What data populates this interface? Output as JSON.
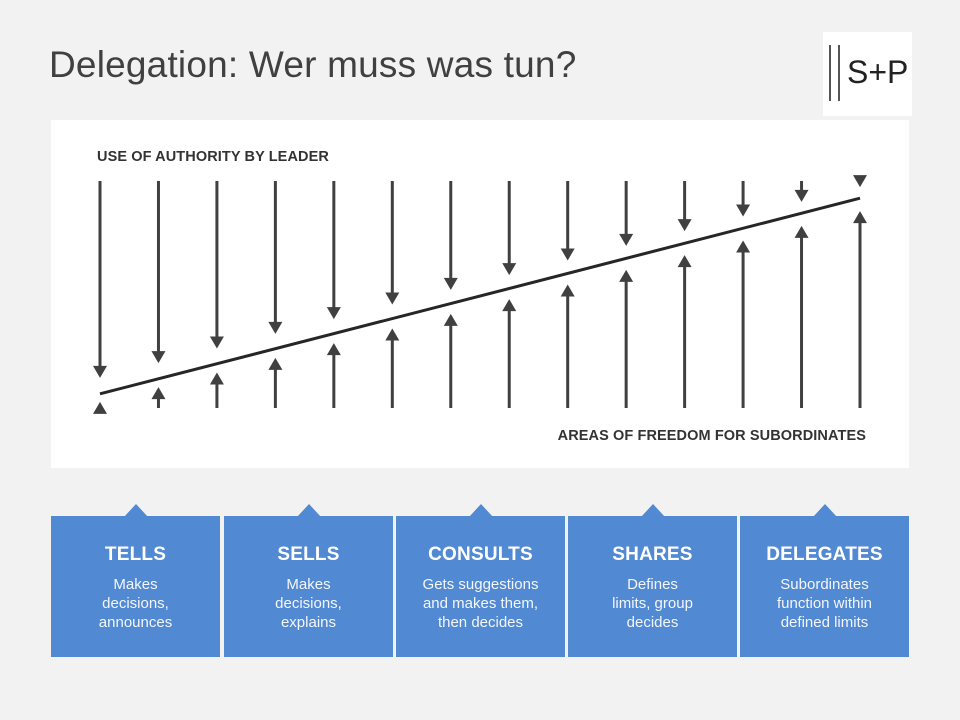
{
  "header": {
    "title": "Delegation: Wer muss was tun?",
    "logo_text": "S+P"
  },
  "diagram": {
    "top_label": "USE OF AUTHORITY BY LEADER",
    "bottom_label": "AREAS OF FREEDOM FOR SUBORDINATES",
    "arrow_columns": 14,
    "authority_share_start": 0.92,
    "authority_share_end": 0.08,
    "colors": {
      "arrow": "#404040",
      "line": "#262626",
      "panel": "#ffffff"
    }
  },
  "styles": [
    {
      "name": "TELLS",
      "description": [
        "Makes",
        "decisions,",
        "announces"
      ]
    },
    {
      "name": "SELLS",
      "description": [
        "Makes",
        "decisions,",
        "explains"
      ]
    },
    {
      "name": "CONSULTS",
      "description": [
        "Gets suggestions",
        "and makes them,",
        "then decides"
      ]
    },
    {
      "name": "SHARES",
      "description": [
        "Defines",
        "limits, group",
        "decides"
      ]
    },
    {
      "name": "DELEGATES",
      "description": [
        "Subordinates",
        "function within",
        "defined limits"
      ]
    }
  ],
  "colors": {
    "box": "#5289d3",
    "background": "#f2f2f2",
    "title": "#404040"
  }
}
